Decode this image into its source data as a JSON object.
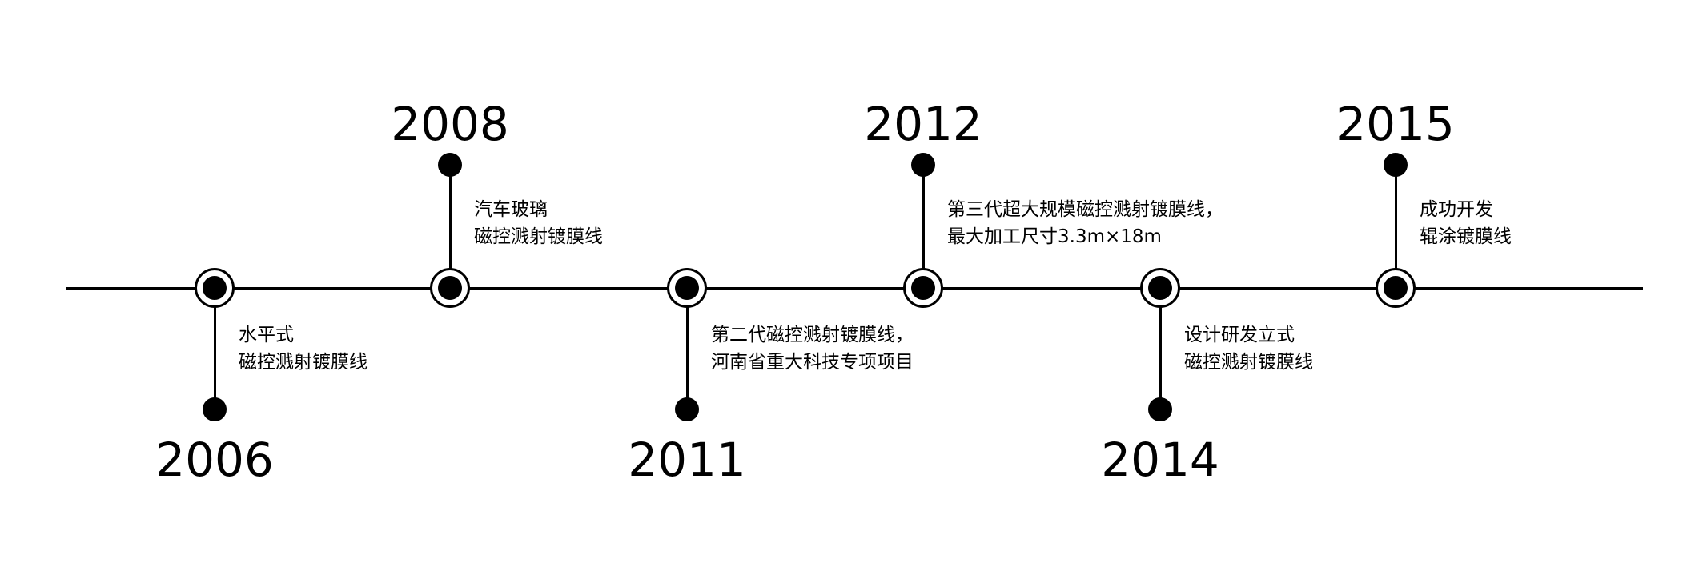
{
  "timeline": {
    "events": [
      {
        "year": "2006",
        "lines": [
          "水平式",
          "磁控溅射镀膜线"
        ]
      },
      {
        "year": "2008",
        "lines": [
          "汽车玻璃",
          "磁控溅射镀膜线"
        ]
      },
      {
        "year": "2011",
        "lines": [
          "第二代磁控溅射镀膜线，",
          "河南省重大科技专项项目"
        ]
      },
      {
        "year": "2012",
        "lines": [
          "第三代超大规模磁控溅射镀膜线，",
          "最大加工尺寸3.3m×18m"
        ]
      },
      {
        "year": "2014",
        "lines": [
          "设计研发立式",
          "磁控溅射镀膜线"
        ]
      },
      {
        "year": "2015",
        "lines": [
          "成功开发",
          "辊涂镀膜线"
        ]
      }
    ]
  }
}
